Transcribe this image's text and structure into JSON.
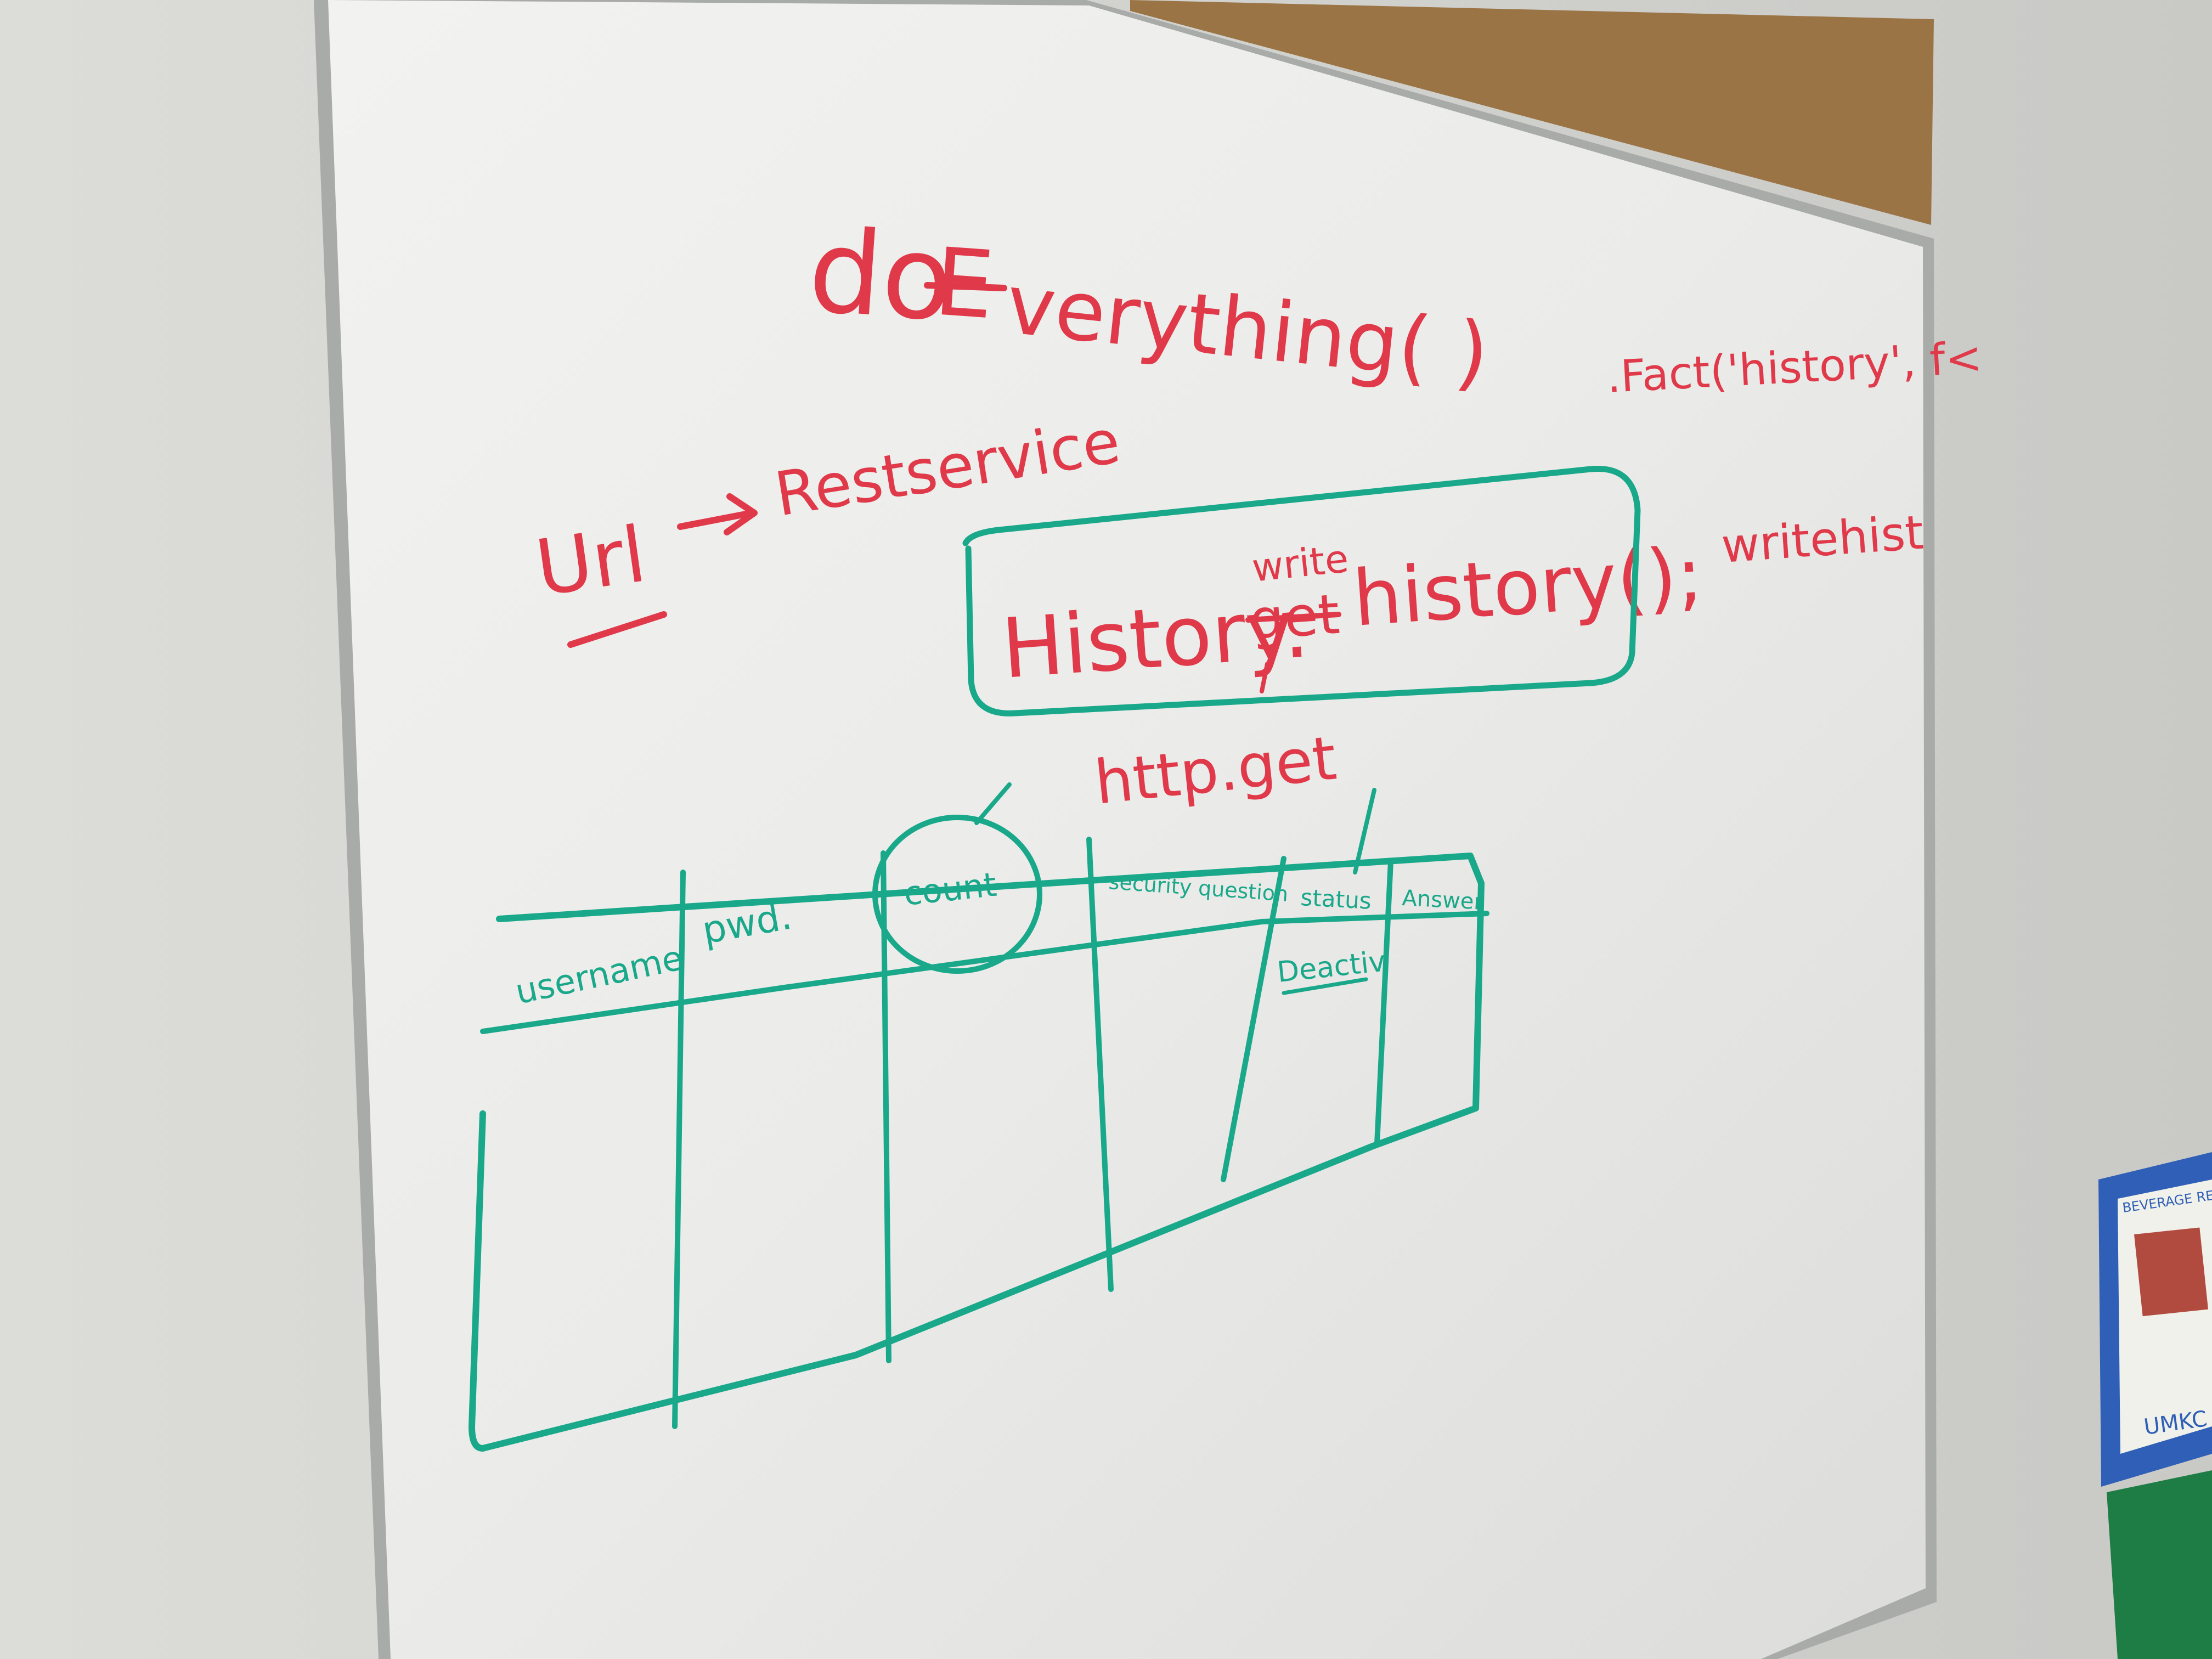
{
  "colors": {
    "wall": "#d8d8d4",
    "board": "#ececea",
    "frame": "#a8aba8",
    "cork": "#9b7446",
    "red_marker": "#e0394a",
    "teal_marker": "#1aa88a",
    "poster_frame": "#2f5fb6"
  },
  "board": {
    "title_prefix": "do",
    "title_crossed": "E",
    "title_rest": "verything( )",
    "rest_note": "Restservice",
    "url_label": "Url",
    "call_prefix": "History.",
    "call_crossed": "get",
    "call_inserted": "write",
    "call_suffix": "history();",
    "http_note": "http.get",
    "side_note_1": ".Fact('history', f<",
    "side_note_2": "writehist"
  },
  "table": {
    "columns": [
      "username",
      "pwd.",
      "count",
      "security question",
      "status",
      "Answer"
    ],
    "status_value": "Deactiv"
  },
  "poster": {
    "heading": "BEVERAGE RECYCLING",
    "brand": "UMKC"
  }
}
